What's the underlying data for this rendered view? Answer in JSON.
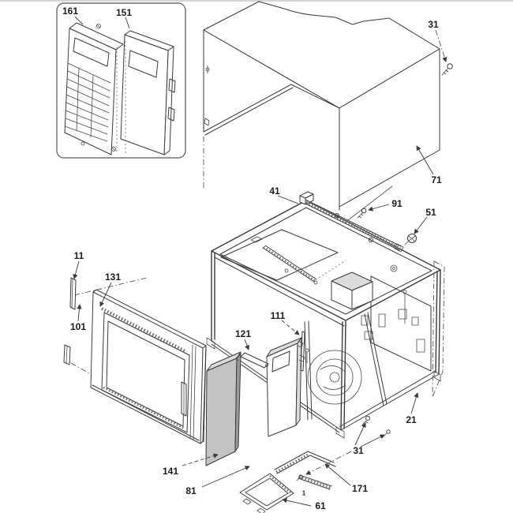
{
  "diagram": {
    "type": "exploded-parts-diagram",
    "background": "#ffffff",
    "line_color": "#3b3b3b",
    "label_color": "#1c1c1c",
    "labels": {
      "l161": {
        "text": "161"
      },
      "l151": {
        "text": "151"
      },
      "l31_top": {
        "text": "31"
      },
      "l71": {
        "text": "71"
      },
      "l41": {
        "text": "41"
      },
      "l91": {
        "text": "91"
      },
      "l51": {
        "text": "51"
      },
      "l11": {
        "text": "11"
      },
      "l131": {
        "text": "131"
      },
      "l101": {
        "text": "101"
      },
      "l111": {
        "text": "111"
      },
      "l121": {
        "text": "121"
      },
      "l21": {
        "text": "21"
      },
      "l31_bottom": {
        "text": "31"
      },
      "l141": {
        "text": "141"
      },
      "l81": {
        "text": "81"
      },
      "l171": {
        "text": "171"
      },
      "l61": {
        "text": "61"
      },
      "l1": {
        "text": "1"
      }
    }
  }
}
